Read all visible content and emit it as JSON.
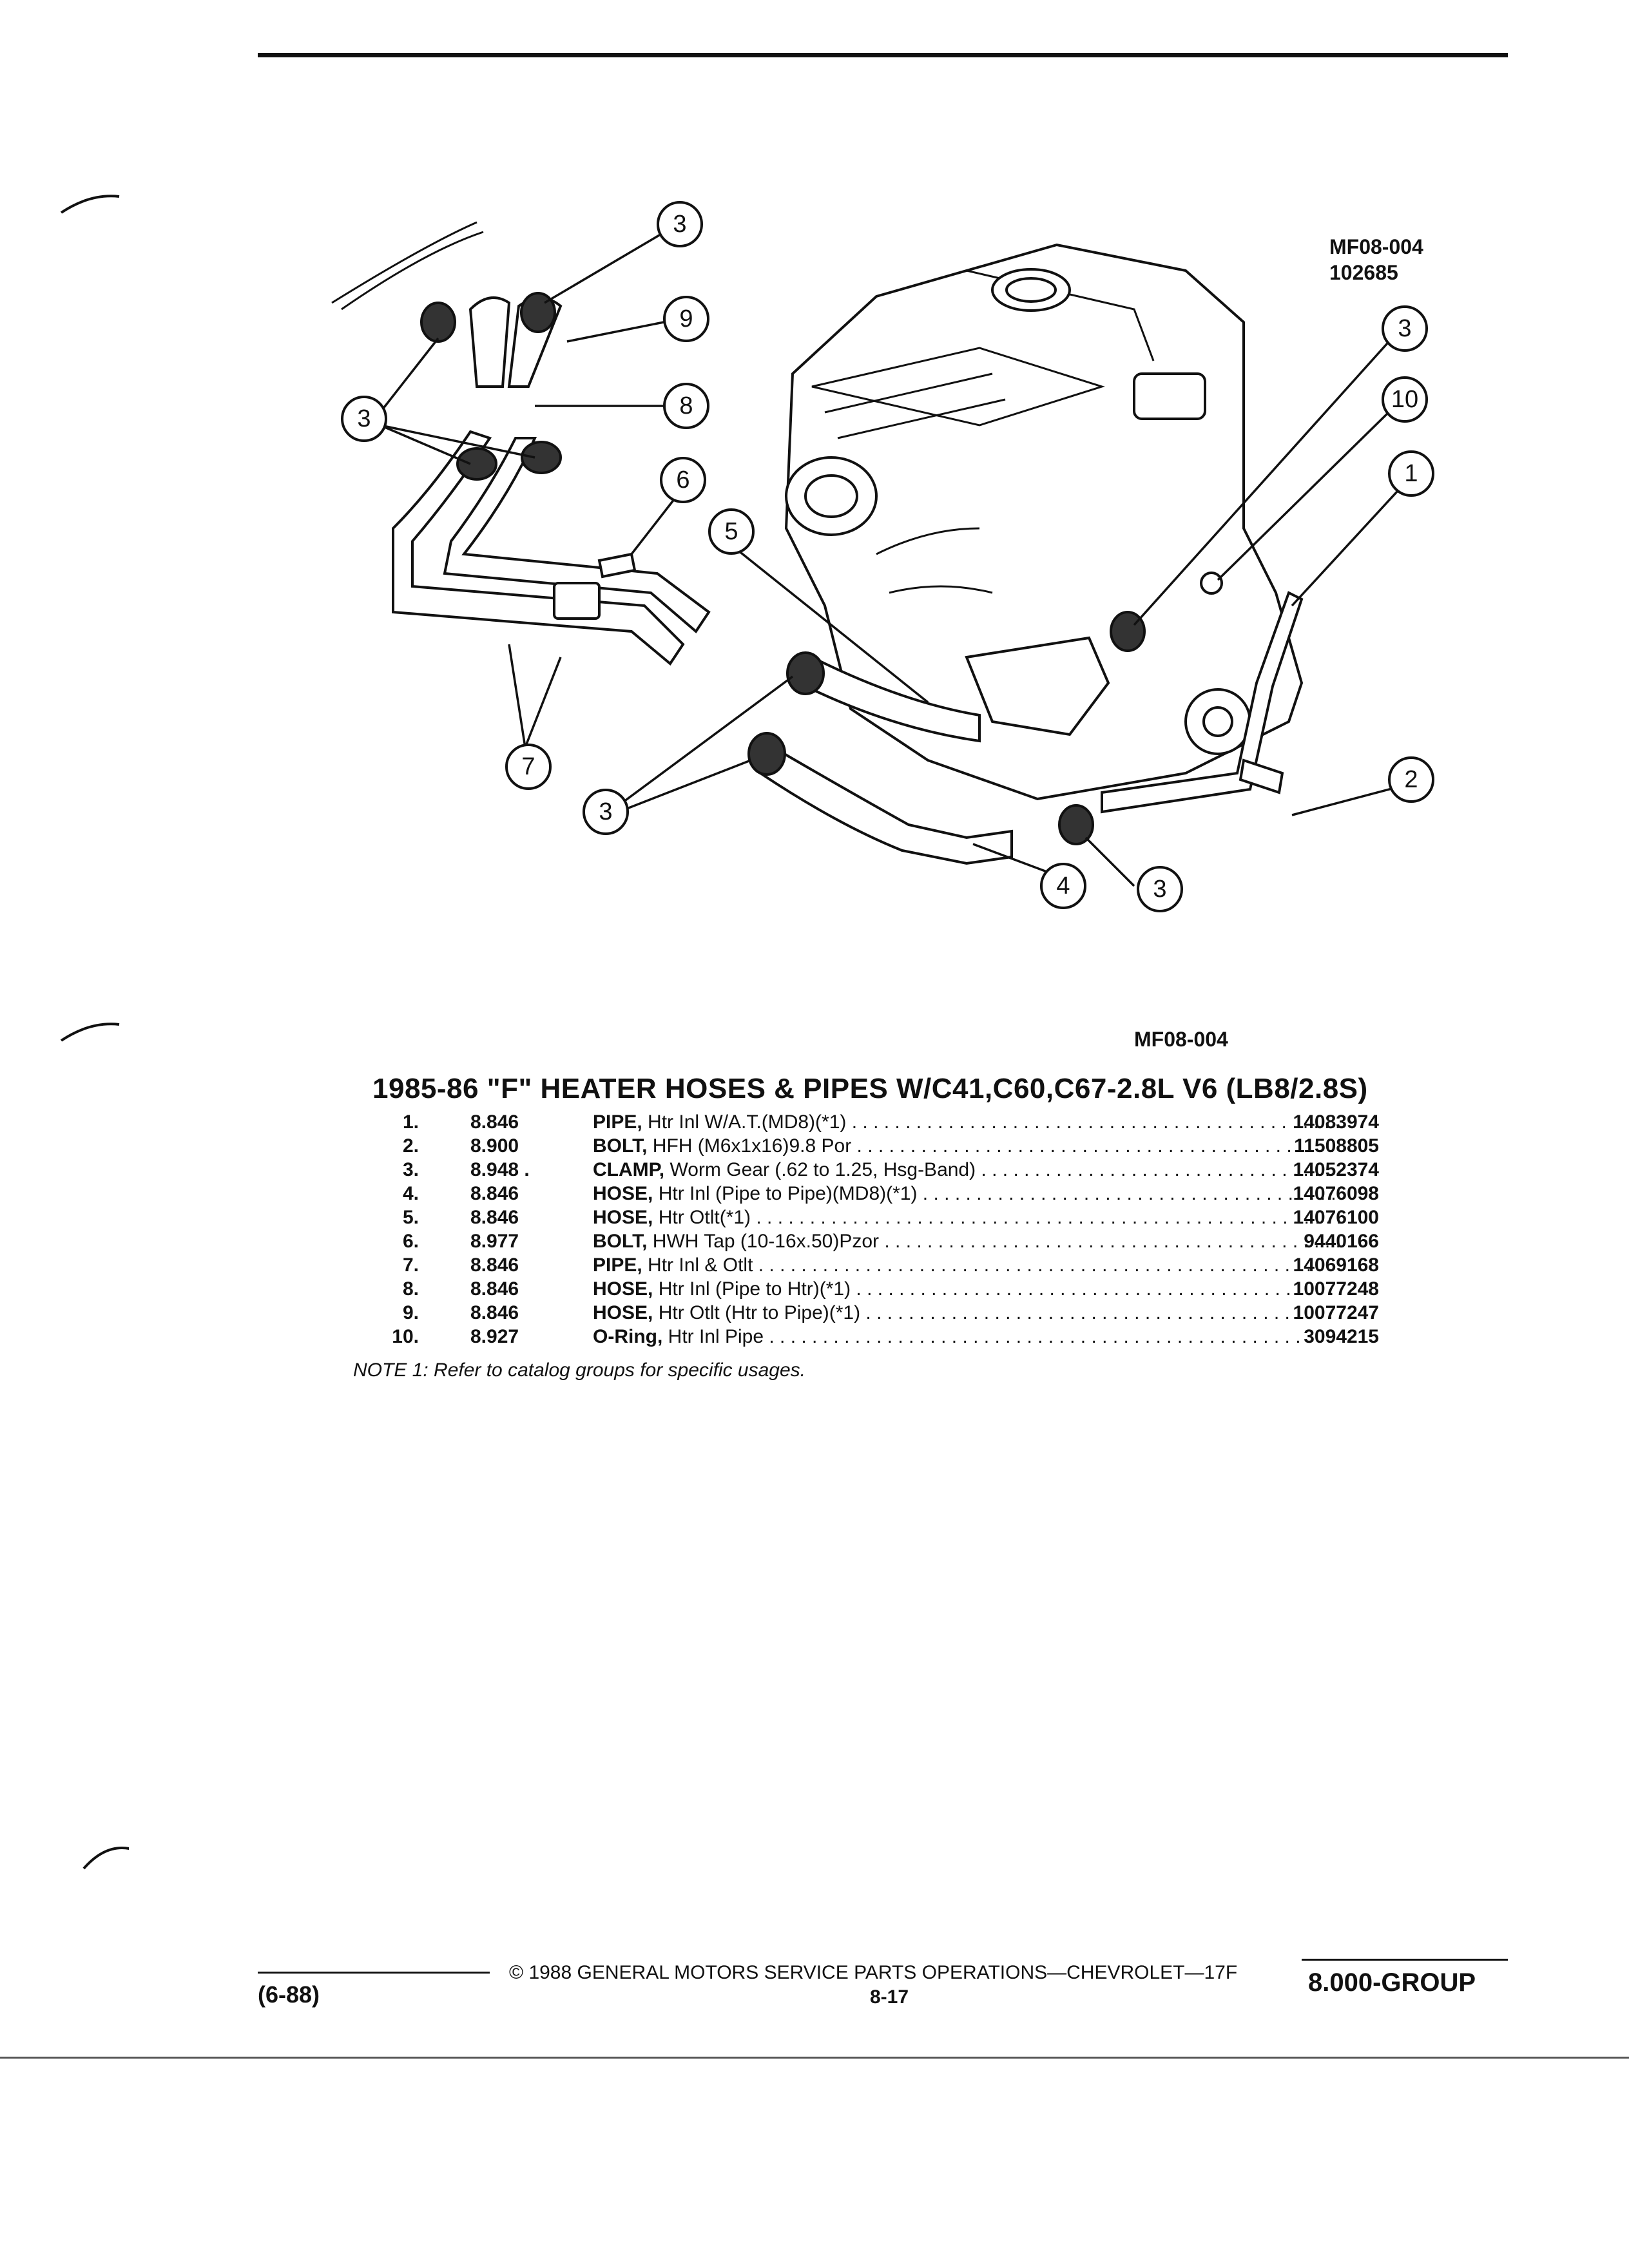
{
  "figure": {
    "code_top": "MF08-004",
    "date_code": "102685",
    "code_bottom": "MF08-004",
    "callouts": [
      "1",
      "2",
      "3",
      "4",
      "5",
      "6",
      "7",
      "8",
      "9",
      "10"
    ]
  },
  "title": "1985-86 \"F\" HEATER HOSES & PIPES W/C41,C60,C67-2.8L V6 (LB8/2.8S)",
  "parts": [
    {
      "num": "1.",
      "code": "8.846",
      "name": "PIPE,",
      "desc": "Htr Inl W/A.T.(MD8)(*1)",
      "pn": "14083974"
    },
    {
      "num": "2.",
      "code": "8.900",
      "name": "BOLT,",
      "desc": "HFH (M6x1x16)9.8 Por",
      "pn": "11508805"
    },
    {
      "num": "3.",
      "code": "8.948 .",
      "name": "CLAMP,",
      "desc": "Worm Gear (.62 to 1.25, Hsg-Band)",
      "pn": "14052374"
    },
    {
      "num": "4.",
      "code": "8.846",
      "name": "HOSE,",
      "desc": "Htr Inl (Pipe to Pipe)(MD8)(*1)",
      "pn": "14076098"
    },
    {
      "num": "5.",
      "code": "8.846",
      "name": "HOSE,",
      "desc": "Htr Otlt(*1)",
      "pn": "14076100"
    },
    {
      "num": "6.",
      "code": "8.977",
      "name": "BOLT,",
      "desc": "HWH Tap (10-16x.50)Pzor",
      "pn": "9440166"
    },
    {
      "num": "7.",
      "code": "8.846",
      "name": "PIPE,",
      "desc": "Htr Inl & Otlt",
      "pn": "14069168"
    },
    {
      "num": "8.",
      "code": "8.846",
      "name": "HOSE,",
      "desc": "Htr Inl (Pipe to Htr)(*1)",
      "pn": "10077248"
    },
    {
      "num": "9.",
      "code": "8.846",
      "name": "HOSE,",
      "desc": "Htr Otlt (Htr to Pipe)(*1)",
      "pn": "10077247"
    },
    {
      "num": "10.",
      "code": "8.927",
      "name": "O-Ring,",
      "desc": "Htr Inl Pipe",
      "pn": "3094215"
    }
  ],
  "note": "NOTE 1: Refer to catalog groups for specific usages.",
  "footer": {
    "copyright": "© 1988 GENERAL MOTORS SERVICE PARTS OPERATIONS—CHEVROLET—17F",
    "page": "8-17",
    "revision": "(6-88)",
    "group": "8.000-GROUP"
  }
}
